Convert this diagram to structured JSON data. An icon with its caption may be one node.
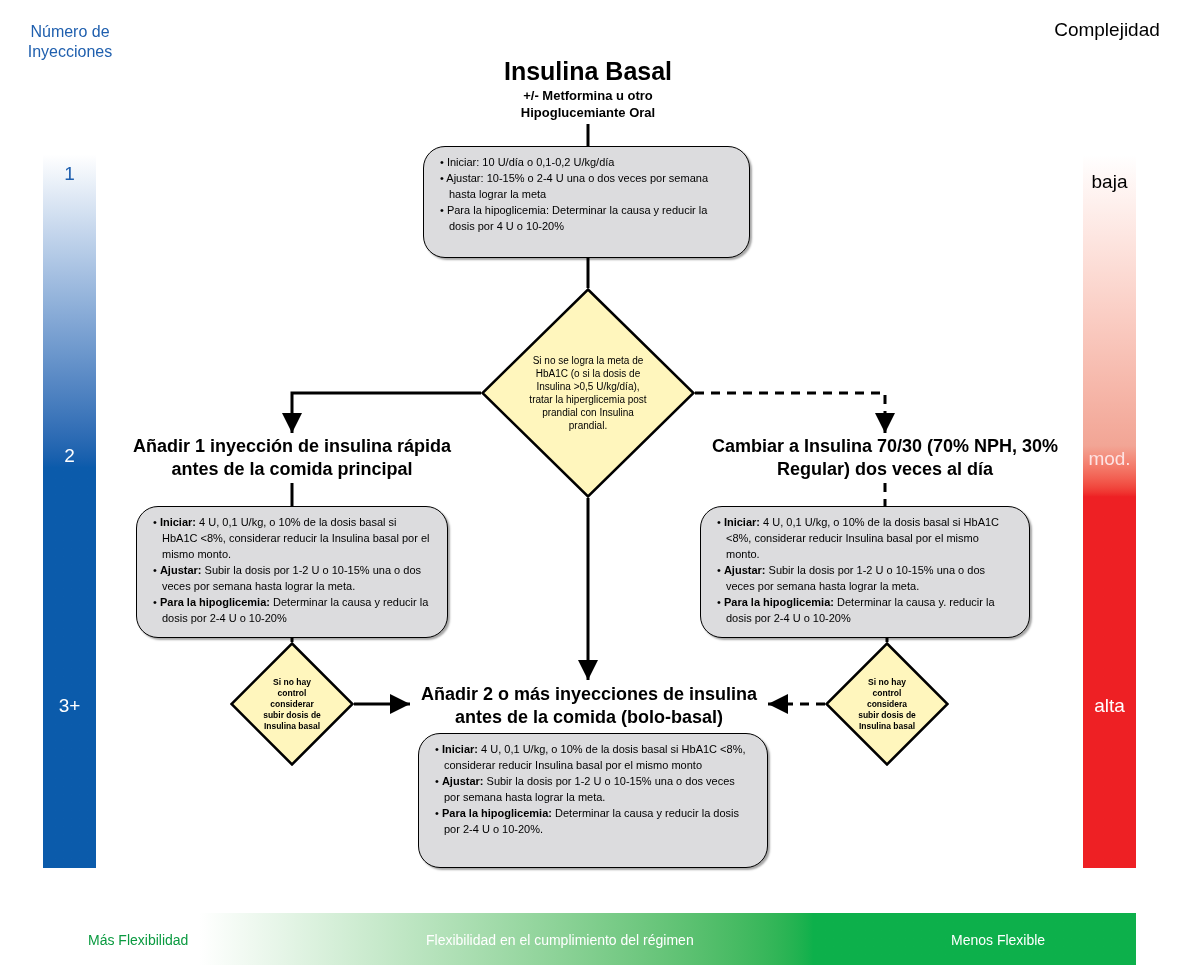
{
  "diagram": {
    "nodes": [
      {
        "text": [
          "Insulina Basal",
          "+/- Metformina u otro Hipoglucemiante Oral"
        ]
      },
      {
        "text": [
          "• Iniciar: 10 U/día o 0,1-0,2 U/kg/día",
          "• Ajustar: 10-15% o 2-4 U una o dos veces por semana hasta lograr la meta",
          "• Para la hipoglicemia: Determinar la causa  y reducir la dosis por 4 U o 10-20%"
        ]
      },
      {
        "text": [
          "Si no se logra la meta de HbA1C (o si la dosis de Insulina >0,5 U/kg/día), tratar la hiperglicemia post prandial con Insulina prandial."
        ]
      },
      {
        "text": [
          "Añadir 1 inyección de insulina rápida antes de la comida principal"
        ]
      },
      {
        "text": [
          "Cambiar a Insulina 70/30 (70% NPH, 30% Regular) dos veces al día"
        ]
      },
      {
        "text": [
          "• **Iniciar:** 4 U, 0,1 U/kg, o 10% de la dosis basal si HbA1C <8%, considerar reducir la Insulina basal por el mismo monto.",
          "• **Ajustar:** Subir la dosis por 1-2 U o 10-15% una o dos veces por semana hasta lograr la meta.",
          "• **Para la hipoglicemia:** Determinar la causa y reducir la dosis por 2-4 U o 10-20%"
        ]
      },
      {
        "text": [
          "• **Iniciar:** 4 U, 0,1 U/kg, o 10% de la dosis basal si HbA1C <8%, considerar reducir Insulina basal por el mismo monto.",
          "• **Ajustar:** Subir la dosis por 1-2 U o 10-15% una o dos veces por semana hasta lograr la meta.",
          "• **Para  la hipoglicemia:** Determinar la causa y. reducir la dosis por 2-4 U o 10-20%"
        ]
      },
      {
        "text": [
          "Si no hay control considerar subir dosis de Insulina basal"
        ]
      },
      {
        "text": [
          "Si no hay control considera subir dosis de Insulina basal"
        ]
      },
      {
        "text": [
          "Añadir 2 o más inyecciones de insulina antes de la comida (bolo-basal)"
        ]
      },
      {
        "text": [
          "• **Iniciar:** 4 U, 0,1 U/kg, o 10% de la dosis basal si HbA1C <8%, considerar reducir Insulina basal por el mismo monto",
          "• **Ajustar:** Subir la dosis por 1-2 U o 10-15% una o dos veces por semana hasta lograr la meta.",
          "• **Para la hipoglicemia:** Determinar la causa y reducir la dosis por 2-4 U o 10-20%."
        ]
      },
      {
        "text": [
          "1",
          "2",
          "3+"
        ]
      },
      {
        "text": [
          "baja",
          "mod.",
          "alta"
        ]
      },
      {
        "text": [
          "Más Flexibilidad",
          "Flexibilidad en el cumplimiento del régimen",
          "Menos Flexible"
        ]
      }
    ],
    "edges": [
      {
        "from": 0,
        "to": 1,
        "arrow": "none"
      },
      {
        "from": 1,
        "to": 2,
        "arrow": "none"
      },
      {
        "from": 2,
        "to": 3,
        "arrow": "to"
      },
      {
        "from": 2,
        "to": 4,
        "arrow": "to",
        "style": "dashed"
      },
      {
        "from": 3,
        "to": 5,
        "arrow": "none"
      },
      {
        "from": 4,
        "to": 6,
        "arrow": "none",
        "style": "dashed"
      },
      {
        "from": 5,
        "to": 7,
        "arrow": "none"
      },
      {
        "from": 6,
        "to": 8,
        "arrow": "none",
        "style": "dashed"
      },
      {
        "from": 2,
        "to": 9,
        "arrow": "to"
      },
      {
        "from": 7,
        "to": 9,
        "arrow": "to"
      },
      {
        "from": 8,
        "to": 9,
        "arrow": "to",
        "style": "dashed"
      }
    ],
    "labels": [
      "Número de Inyecciones",
      "Complejidad"
    ]
  }
}
